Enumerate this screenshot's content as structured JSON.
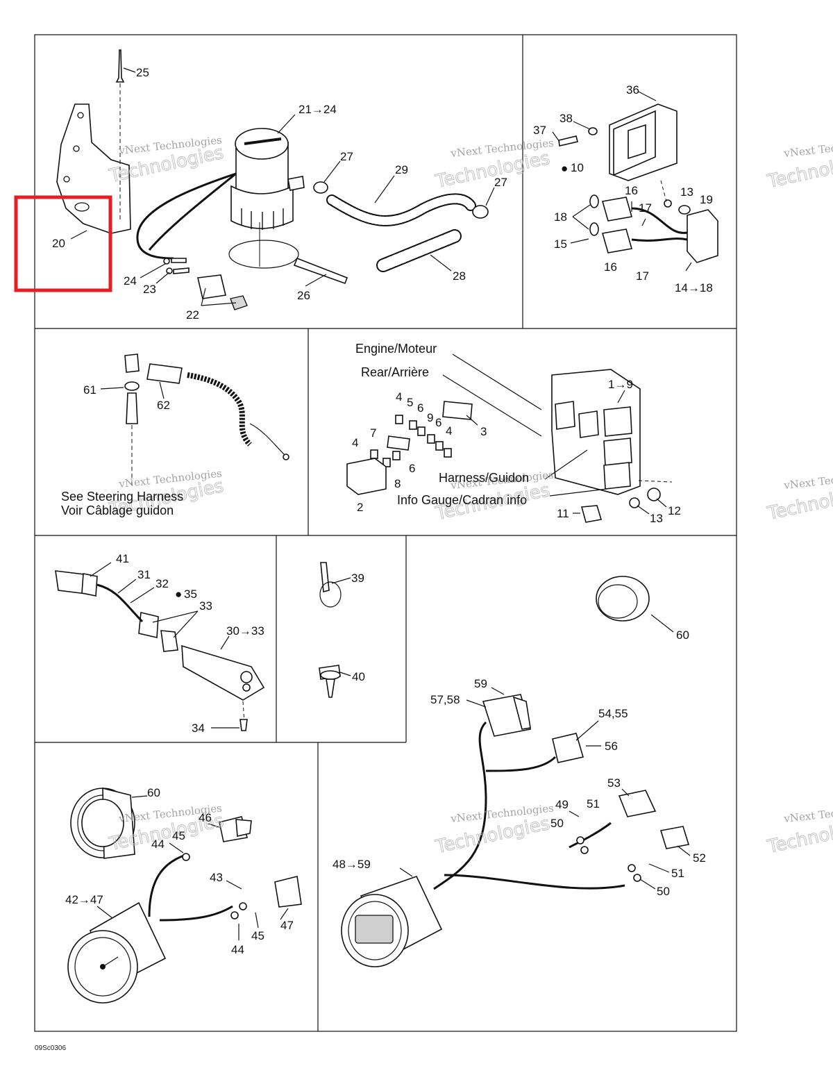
{
  "callouts": {
    "c20": "20",
    "c21_24": "21→24",
    "c22": "22",
    "c23": "23",
    "c24": "24",
    "c25": "25",
    "c26": "26",
    "c27a": "27",
    "c27b": "27",
    "c28": "28",
    "c29": "29",
    "c36": "36",
    "c37": "37",
    "c38": "38",
    "c10": "10",
    "c16a": "16",
    "c16b": "16",
    "c13a": "13",
    "c19": "19",
    "c17a": "17",
    "c17b": "17",
    "c18": "18",
    "c15": "15",
    "c14_18": "14→18",
    "c61": "61",
    "c62": "62",
    "c1_9": "1→9",
    "c4a": "4",
    "c5": "5",
    "c6a": "6",
    "c9": "9",
    "c6b": "6",
    "c4b": "4",
    "c3": "3",
    "c7": "7",
    "c4c": "4",
    "c6c": "6",
    "c8": "8",
    "c2": "2",
    "c11": "11",
    "c13b": "13",
    "c12": "12",
    "c41": "41",
    "c31": "31",
    "c32": "32",
    "c35": "35",
    "c33": "33",
    "c30_33": "30→33",
    "c34": "34",
    "c39": "39",
    "c40": "40",
    "c60a": "60",
    "c60b": "60",
    "c46": "46",
    "c45a": "45",
    "c44a": "44",
    "c43": "43",
    "c42_47": "42→47",
    "c45b": "45",
    "c44b": "44",
    "c47": "47",
    "c59": "59",
    "c57_58": "57,58",
    "c54_55": "54,55",
    "c56": "56",
    "c53": "53",
    "c49": "49",
    "c51a": "51",
    "c50a": "50",
    "c48_59": "48→59",
    "c52": "52",
    "c51b": "51",
    "c50b": "50"
  },
  "notes": {
    "engine": "Engine/Moteur",
    "rear": "Rear/Arrière",
    "harness": "Harness/Guidon",
    "info_gauge": "Info Gauge/Cadran info",
    "steering_en": "See Steering Harness",
    "steering_fr": "Voir Câblage guidon"
  },
  "watermark": {
    "line1": "vNext Technologies",
    "line2": "Technologies"
  },
  "figure_code": "09Sc0306",
  "highlight_color": "#e31e24"
}
